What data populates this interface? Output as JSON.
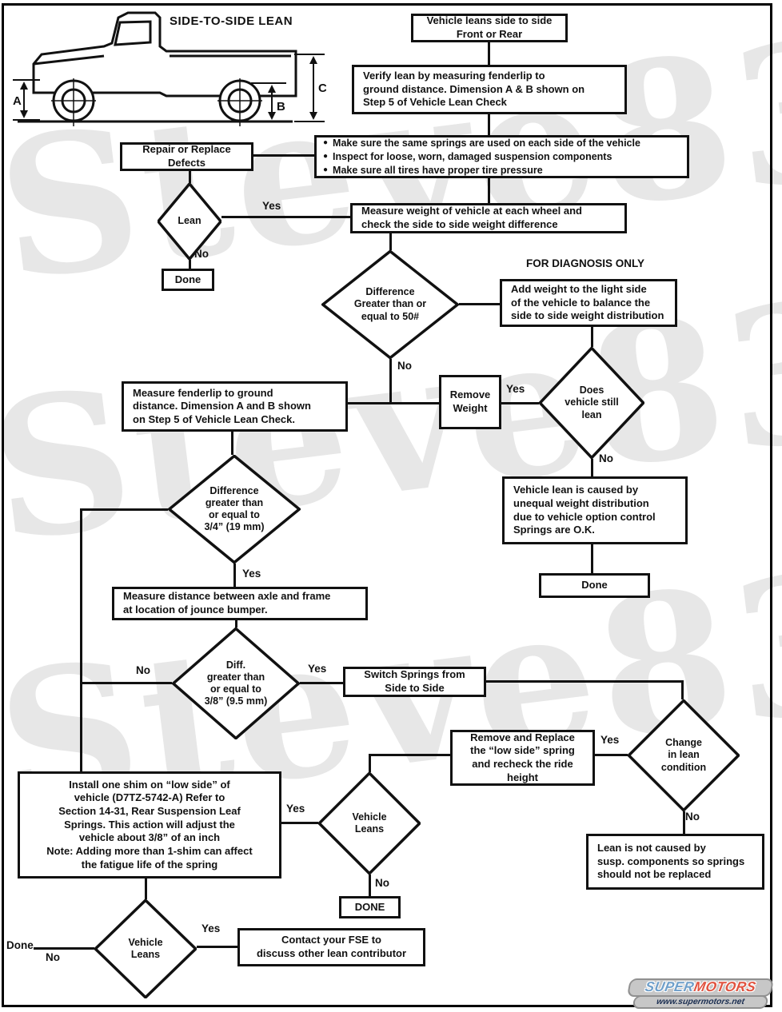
{
  "page": {
    "title": "SIDE-TO-SIDE LEAN",
    "diagnosis_note": "FOR DIAGNOSIS ONLY",
    "watermark": "Steve83"
  },
  "truck": {
    "dim_a": "A",
    "dim_b": "B",
    "dim_c": "C"
  },
  "nodes": {
    "start": "Vehicle leans side to side\nFront or Rear",
    "verify": "Verify lean by measuring fenderlip to\nground distance. Dimension A & B shown on\nStep 5 of Vehicle Lean Check",
    "repair": "Repair or Replace\nDefects",
    "checks": [
      "Make sure the same springs are used on each side of the vehicle",
      "Inspect for loose, worn, damaged suspension components",
      "Make sure all tires have proper tire pressure"
    ],
    "lean": "Lean",
    "measure_weight": "Measure weight of vehicle at each wheel and\ncheck the side to side weight difference",
    "done_1": "Done",
    "diff_50": "Difference\nGreater than or\nequal to 50#",
    "add_weight": "Add weight to the light side\nof the vehicle to balance the\nside to side weight distribution",
    "remove_weight": "Remove\nWeight",
    "still_lean": "Does\nvehicle still\nlean",
    "measure_fender": "Measure fenderlip to ground\ndistance. Dimension A and B shown\non Step 5 of Vehicle Lean Check.",
    "lean_caused": "Vehicle lean is caused by\nunequal weight distribution\ndue to vehicle option control\nSprings are O.K.",
    "done_2": "Done",
    "diff_34": "Difference\ngreater than\nor equal to\n3/4” (19 mm)",
    "measure_axle": "Measure distance between axle and frame\nat location of jounce bumper.",
    "diff_38": "Diff.\ngreater than\nor equal to\n3/8” (9.5 mm)",
    "switch_springs": "Switch Springs from\nSide to Side",
    "remove_replace": "Remove and Replace\nthe “low side” spring\nand recheck the ride\nheight",
    "change_lean": "Change\nin lean\ncondition",
    "install_shim": "Install one shim on “low side” of\nvehicle (D7TZ-5742-A) Refer to\nSection 14-31, Rear Suspension Leaf\nSprings. This action will adjust the\nvehicle about 3/8” of an inch\nNote: Adding more than 1-shim can affect\nthe fatigue life of the spring",
    "lean_not_caused": "Lean is not caused by\nsusp. components so springs\nshould not be replaced",
    "vehicle_leans_mid": "Vehicle\nLeans",
    "done_3": "DONE",
    "vehicle_leans_bottom": "Vehicle\nLeans",
    "contact_fse": "Contact your FSE to\ndiscuss other lean contributor"
  },
  "labels": {
    "yes": "Yes",
    "no": "No",
    "done": "Done"
  },
  "icons": {
    "bullet": "●"
  },
  "logo": {
    "super": "SUPER",
    "motors": "MOTORS",
    "url": "www.supermotors.net"
  },
  "colors": {
    "line": "#111111",
    "watermark": "#e7e7e7",
    "logo_blue": "#6f9fca",
    "logo_red": "#e05340"
  }
}
